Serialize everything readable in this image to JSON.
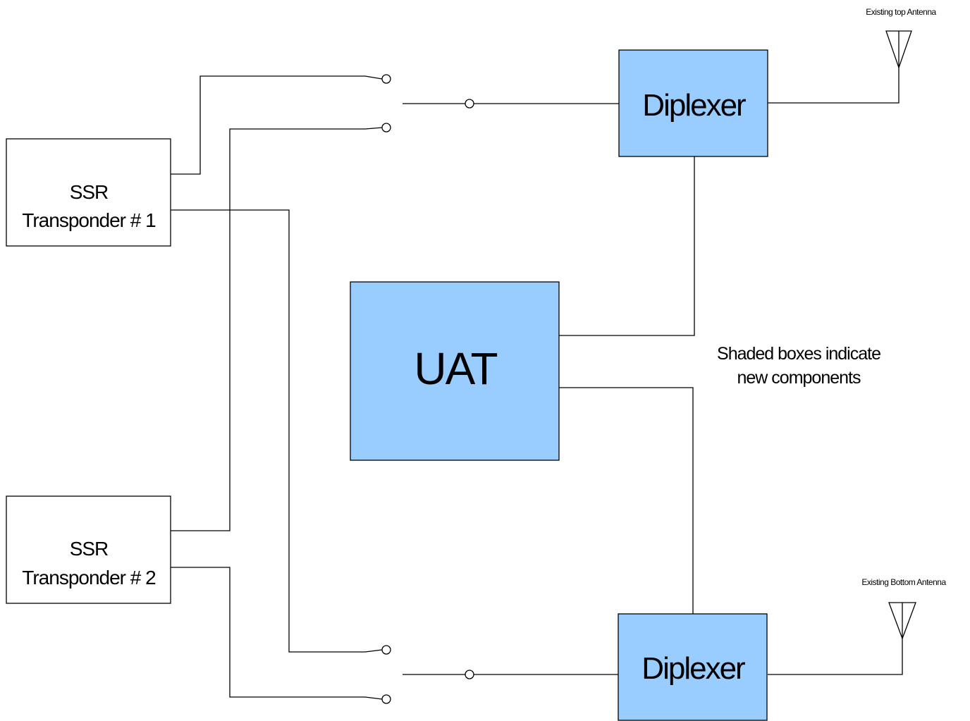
{
  "boxes": {
    "ssr1": {
      "line1": "SSR",
      "line2": "Transponder # 1"
    },
    "ssr2": {
      "line1": "SSR",
      "line2": "Transponder # 2"
    },
    "uat": {
      "label": "UAT"
    },
    "diplexer_top": {
      "label": "Diplexer"
    },
    "diplexer_bottom": {
      "label": "Diplexer"
    }
  },
  "antennas": {
    "top": {
      "label": "Existing top Antenna"
    },
    "bottom": {
      "label": "Existing Bottom Antenna"
    }
  },
  "note": {
    "line1": "Shaded boxes indicate",
    "line2": "new components"
  },
  "colors": {
    "new_component_fill": "#99CCFF",
    "existing_component_fill": "#FFFFFF",
    "line": "#000000"
  }
}
